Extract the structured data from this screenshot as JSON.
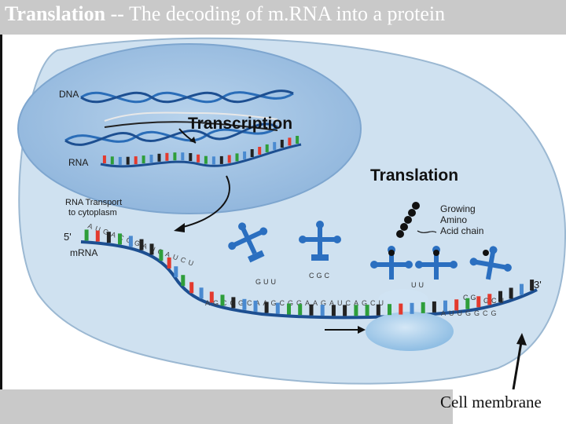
{
  "header": {
    "title_bold": "Translation --",
    "title_rest": " The decoding of m.RNA into a protein"
  },
  "diagram": {
    "labels": {
      "dna": "DNA",
      "rna": "RNA",
      "transcription": "Transcription",
      "translation": "Translation",
      "rna_transport_line1": "RNA Transport",
      "rna_transport_line2": "to cytoplasm",
      "growing": "Growing",
      "amino": "Amino",
      "acid_chain": "Acid chain",
      "five_prime": "5'",
      "three_prime": "3'",
      "mrna": "mRNA"
    },
    "bases_start": [
      "A",
      "U",
      "G",
      "A",
      "C",
      "G",
      "G",
      "A",
      "U",
      "C",
      "A",
      "U",
      "C",
      "U"
    ],
    "bases_main": [
      "A",
      "G",
      "C",
      "C",
      "G",
      "C",
      "A",
      "A",
      "G",
      "C",
      "G",
      "G",
      "A",
      "A",
      "G",
      "A",
      "U",
      "C",
      "A",
      "G",
      "C",
      "U"
    ],
    "bases_end_lower": [
      "A",
      "U",
      "U",
      "G",
      "G",
      "C",
      "G"
    ],
    "anticodons": {
      "trna_left": "GUU",
      "trna_mid": "CGC",
      "trna_right1": "UU",
      "trna_right2": "CG",
      "trna_right3": "GCU"
    },
    "colors": {
      "cell_fill": "#cfe1f0",
      "nucleus_fill": "#a9c7e4",
      "ribosome": "#a7cbe8",
      "base_a": "#2e9e3a",
      "base_u": "#e33a2e",
      "base_g": "#222222",
      "base_c": "#4a8ad0"
    }
  },
  "caption": "Cell membrane"
}
